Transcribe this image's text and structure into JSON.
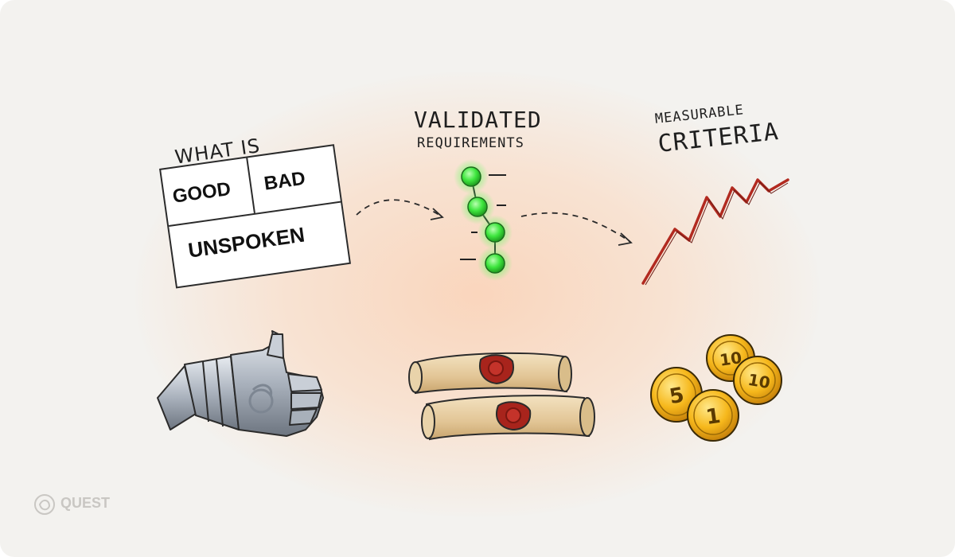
{
  "left": {
    "heading": "WHAT IS",
    "cells": {
      "good": "GOOD",
      "bad": "BAD",
      "unspoken": "UNSPOKEN"
    },
    "illustration": "gauntlet-thumbs-up-icon"
  },
  "middle": {
    "heading_line1": "VALIDATED",
    "heading_line2": "REQUIREMENTS",
    "node_color": "#3ee63e",
    "illustration": "sealed-scrolls-icon"
  },
  "right": {
    "heading_line1": "MEASURABLE",
    "heading_line2": "CRITERIA",
    "line_color": "#b22a20",
    "coins": [
      "10",
      "10",
      "5",
      "1"
    ]
  },
  "logo": {
    "text": "QUEST"
  }
}
